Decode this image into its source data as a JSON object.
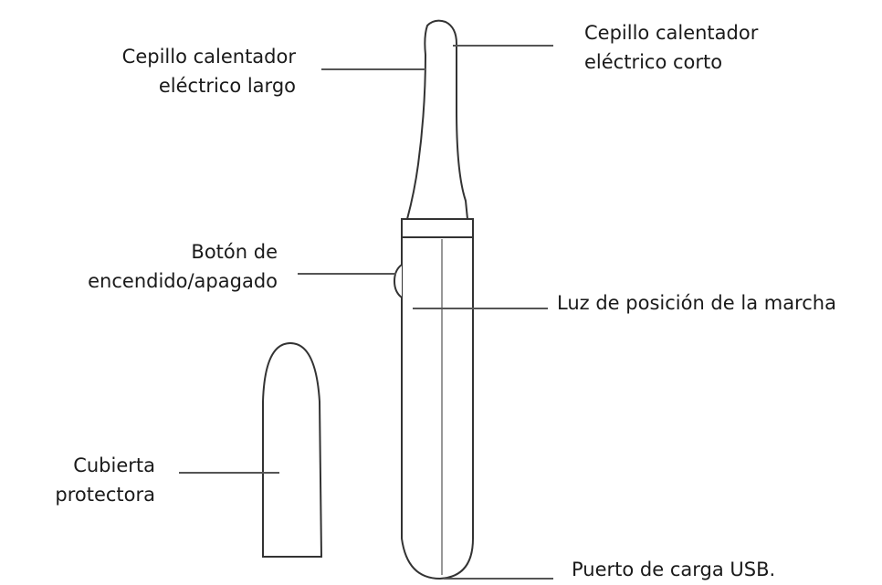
{
  "labels": {
    "long_brush": [
      "Cepillo calentador",
      "eléctrico largo"
    ],
    "short_brush": [
      "Cepillo calentador",
      "eléctrico corto"
    ],
    "power_button": [
      "Botón de",
      "encendido/apagado"
    ],
    "gear_light": "Luz de posición de la marcha",
    "protective_cover": [
      "Cubierta",
      "protectora"
    ],
    "usb_port": "Puerto de carga USB."
  },
  "colors": {
    "outline": "#333333",
    "leader_line": "#555555",
    "text": "#1a1a1a"
  }
}
